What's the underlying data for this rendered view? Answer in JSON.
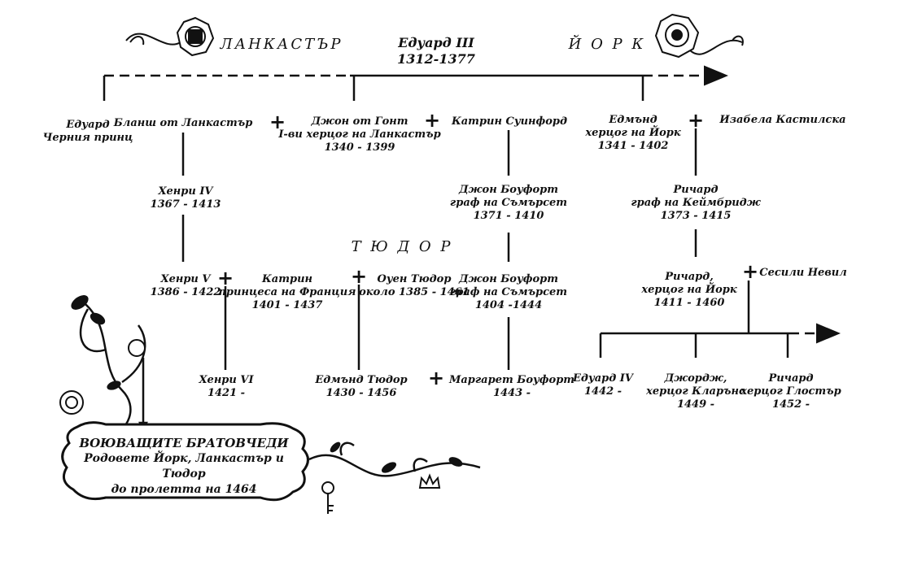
{
  "houses": {
    "lancaster": "ЛАНКАСТЪР",
    "york": "Й О Р К",
    "tudor": "Т Ю Д О Р"
  },
  "root": {
    "name": "Едуард III",
    "years": "1312-1377"
  },
  "people": {
    "edward_black_prince": {
      "line1": "Едуард",
      "line2": "Черния принц"
    },
    "blanche": {
      "line1": "Бланш от Ланкастър"
    },
    "john_of_gaunt": {
      "line1": "Джон от Гонт",
      "line2": "I-ви херцог на Ланкастър",
      "years": "1340 - 1399"
    },
    "katherine_swynford": {
      "line1": "Катрин Суинфорд"
    },
    "edmund_york": {
      "line1": "Едмънд",
      "line2": "херцог на Йорк",
      "years": "1341 - 1402"
    },
    "isabella": {
      "line1": "Изабела Кастилска"
    },
    "henry4": {
      "line1": "Хенри IV",
      "years": "1367 - 1413"
    },
    "john_beaufort1": {
      "line1": "Джон Боуфорт",
      "line2": "граф на Съмърсет",
      "years": "1371 - 1410"
    },
    "richard_cambridge": {
      "line1": "Ричард",
      "line2": "граф на Кеймбридж",
      "years": "1373 - 1415"
    },
    "henry5": {
      "line1": "Хенри V",
      "years": "1386 - 1422"
    },
    "catherine_france": {
      "line1": "Катрин",
      "line2": "принцеса на Франция",
      "years": "1401 - 1437"
    },
    "owen_tudor": {
      "line1": "Оуен Тюдор",
      "years": "около 1385 - 1461"
    },
    "john_beaufort2": {
      "line1": "Джон Боуфорт",
      "line2": "граф на Съмърсет",
      "years": "1404 -1444"
    },
    "richard_york": {
      "line1": "Ричард,",
      "line2": "херцог на Йорк",
      "years": "1411 - 1460"
    },
    "cecily_neville": {
      "line1": "Сесили Невил"
    },
    "henry6": {
      "line1": "Хенри VI",
      "years": "1421 -"
    },
    "edmund_tudor": {
      "line1": "Едмънд Тюдор",
      "years": "1430 - 1456"
    },
    "margaret_beaufort": {
      "line1": "Маргарет Боуфорт",
      "years": "1443 -"
    },
    "edward4": {
      "line1": "Едуард IV",
      "years": "1442 -"
    },
    "george_clarence": {
      "line1": "Джордж,",
      "line2": "херцог Кларънс",
      "years": "1449 -"
    },
    "richard_gloucester": {
      "line1": "Ричард",
      "line2": "херцог Глостър",
      "years": "1452 -"
    }
  },
  "marriage_symbol": "+",
  "title": {
    "line1": "ВОЮВАЩИТЕ БРАТОВЧЕДИ",
    "line2": "Родовете Йорк, Ланкастър и Тюдор",
    "line3": "до пролетта на 1464"
  },
  "colors": {
    "ink": "#111111",
    "background": "#ffffff"
  }
}
